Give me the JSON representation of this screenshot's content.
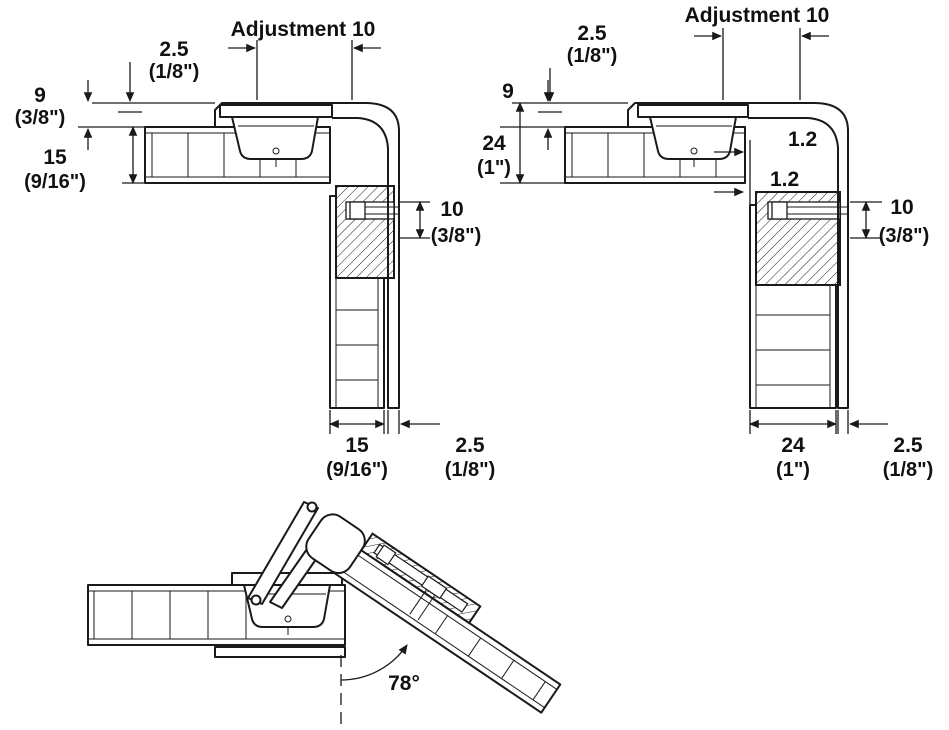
{
  "figure": {
    "background": "#ffffff",
    "line_color": "#1a1a1a"
  },
  "left_diagram": {
    "adjustment_label": "Adjustment 10",
    "gap_top": {
      "value": "2.5",
      "unit": "(1/8\")"
    },
    "overlay": {
      "value": "9",
      "unit": "(3/8\")"
    },
    "side_thickness": {
      "value": "15",
      "unit": "(9/16\")"
    },
    "plate_offset": {
      "value": "10",
      "unit": "(3/8\")"
    },
    "door_thickness": {
      "value": "15",
      "unit": "(9/16\")"
    },
    "gap_bottom": {
      "value": "2.5",
      "unit": "(1/8\")"
    }
  },
  "right_diagram": {
    "adjustment_label": "Adjustment 10",
    "gap_top": {
      "value": "2.5",
      "unit": "(1/8\")"
    },
    "overlay_value": "9",
    "depth": {
      "value": "24",
      "unit": "(1\")"
    },
    "reveal_top": "1.2",
    "reveal_bottom": "1.2",
    "plate_offset": {
      "value": "10",
      "unit": "(3/8\")"
    },
    "door_thickness": {
      "value": "24",
      "unit": "(1\")"
    },
    "gap_bottom": {
      "value": "2.5",
      "unit": "(1/8\")"
    }
  },
  "bottom_diagram": {
    "opening_angle": "78°"
  }
}
